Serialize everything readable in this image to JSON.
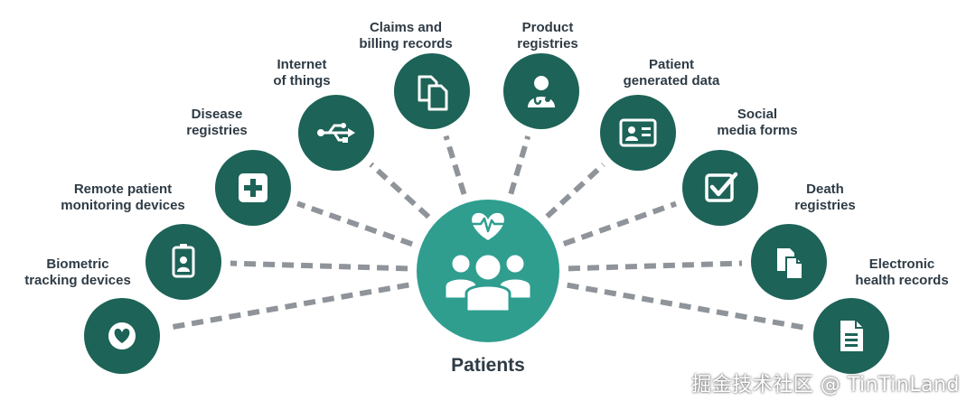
{
  "center": {
    "label": "Patients",
    "color": "#2f9e8f"
  },
  "node_color": "#1d6357",
  "connector_color": "#8f949a",
  "nodes": [
    {
      "id": "biometric",
      "label_lines": [
        "Biometric",
        "tracking devices"
      ],
      "icon": "heart-icon"
    },
    {
      "id": "remote",
      "label_lines": [
        "Remote patient",
        "monitoring devices"
      ],
      "icon": "id-badge-icon"
    },
    {
      "id": "disease",
      "label_lines": [
        "Disease",
        "registries"
      ],
      "icon": "medical-cross-icon"
    },
    {
      "id": "iot",
      "label_lines": [
        "Internet",
        "of things"
      ],
      "icon": "usb-icon"
    },
    {
      "id": "claims",
      "label_lines": [
        "Claims and",
        "billing records"
      ],
      "icon": "copy-documents-icon"
    },
    {
      "id": "product",
      "label_lines": [
        "Product",
        "registries"
      ],
      "icon": "doctor-icon"
    },
    {
      "id": "patient-generated",
      "label_lines": [
        "Patient",
        "generated data"
      ],
      "icon": "id-card-icon"
    },
    {
      "id": "social",
      "label_lines": [
        "Social",
        "media forms"
      ],
      "icon": "checkbox-icon"
    },
    {
      "id": "death",
      "label_lines": [
        "Death",
        "registries"
      ],
      "icon": "documents-icon"
    },
    {
      "id": "ehr",
      "label_lines": [
        "Electronic",
        "health records"
      ],
      "icon": "document-icon"
    }
  ],
  "watermark": "掘金技术社区 @ TinTinLand"
}
